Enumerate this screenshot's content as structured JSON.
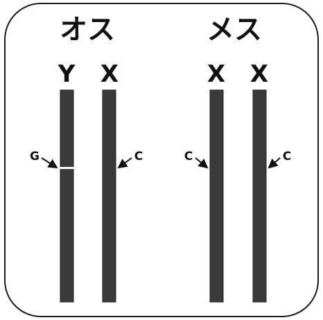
{
  "groups": [
    {
      "label": "オス"
    },
    {
      "label": "メス"
    }
  ],
  "chromosomes": [
    {
      "label": "Y",
      "allele": "G",
      "marker": "gap"
    },
    {
      "label": "X",
      "allele": "C",
      "marker": "none"
    },
    {
      "label": "X",
      "allele": "C",
      "marker": "none"
    },
    {
      "label": "X",
      "allele": "C",
      "marker": "none"
    }
  ],
  "colors": {
    "chromosome": "#3a3a3a",
    "outline": "#1a1a1a",
    "background": "#ffffff"
  }
}
